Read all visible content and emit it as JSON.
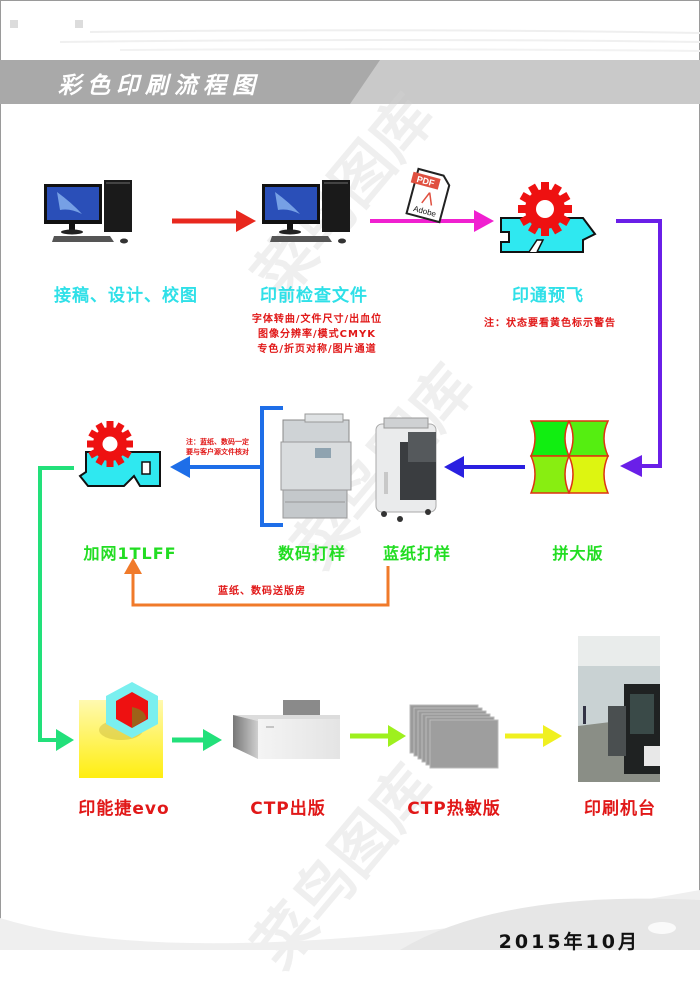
{
  "header": {
    "title": "彩色印刷流程图"
  },
  "steps": {
    "design": {
      "label": "接稿、设计、校图",
      "icon": "desktop-computer-icon"
    },
    "preflight_check": {
      "label": "印前检查文件",
      "icon": "desktop-computer-icon",
      "notes": [
        "字体转曲/文件尺寸/出血位",
        "图像分辨率/模式CMYK",
        "专色/折页对称/图片通道"
      ]
    },
    "pdf": {
      "icon": "pdf-file-icon",
      "badge": "PDF",
      "brand": "Adobe"
    },
    "yintong_preflight": {
      "label": "印通预飞",
      "icon": "gear-puzzle-icon",
      "note": "注：状态要看黄色标示警告"
    },
    "imposition": {
      "label": "拼大版",
      "icon": "imposition-sheet-icon"
    },
    "blueprint_proof": {
      "label": "蓝纸打样",
      "icon": "blueprint-printer-icon"
    },
    "digital_proof": {
      "label": "数码打样",
      "icon": "digital-printer-icon"
    },
    "proof_note": [
      "注：蓝纸、数码一定",
      "要与客户源文件核对"
    ],
    "screening": {
      "label": "加网1TLFF",
      "icon": "gear-puzzle-icon"
    },
    "return_note": "蓝纸、数码送版房",
    "evo": {
      "label": "印能捷evo",
      "icon": "evo-hexagon-icon"
    },
    "ctp_output": {
      "label": "CTP出版",
      "icon": "ctp-machine-icon"
    },
    "ctp_plates": {
      "label": "CTP热敏版",
      "icon": "plate-stack-icon"
    },
    "press": {
      "label": "印刷机台",
      "icon": "printing-press-photo"
    }
  },
  "footer": {
    "date": "2015年10月"
  },
  "watermark": "菜鸟图库",
  "colors": {
    "arrow_red": "#e8281e",
    "arrow_magenta": "#f020d0",
    "arrow_purple": "#6a1fe8",
    "arrow_blue": "#2a20e0",
    "arrow_proof_blue": "#1e6ee8",
    "arrow_green": "#22e07a",
    "arrow_lime": "#9ef01e",
    "arrow_yellow": "#f0f020",
    "arrow_orange": "#f07a2a",
    "label_cyan": "#2fe0e8",
    "label_green": "#22dd22",
    "label_red": "#e11818"
  }
}
